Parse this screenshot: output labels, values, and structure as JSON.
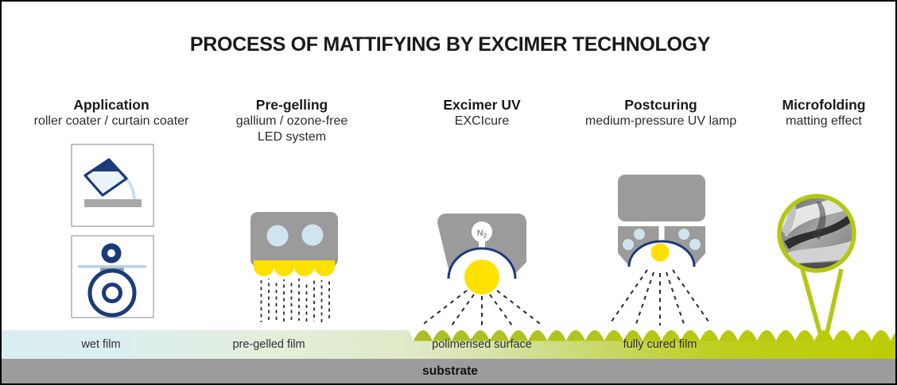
{
  "title": "PROCESS OF MATTIFYING BY EXCIMER TECHNOLOGY",
  "stages": [
    {
      "heading": "Application",
      "sub1": "roller coater / curtain coater",
      "sub2": ""
    },
    {
      "heading": "Pre-gelling",
      "sub1": "gallium / ozone-free",
      "sub2": "LED system"
    },
    {
      "heading": "Excimer UV",
      "sub1": "EXCIcure",
      "sub2": ""
    },
    {
      "heading": "Postcuring",
      "sub1": "medium-pressure UV lamp",
      "sub2": ""
    },
    {
      "heading": "Microfolding",
      "sub1": "matting effect",
      "sub2": ""
    }
  ],
  "film": {
    "labels": [
      "wet film",
      "pre-gelled film",
      "polimerised surface",
      "fully cured film"
    ]
  },
  "substrate": {
    "label": "substrate"
  },
  "molecule": {
    "symbol": "N",
    "subscript": "2"
  },
  "colors": {
    "navy": "#1b3a7a",
    "yellow": "#ffe100",
    "lime": "#b5c713",
    "machine_gray": "#9b9b9b",
    "substrate_gray": "#9c9c9c",
    "wet_film_blue": "#d9edf3",
    "cured_film_lime": "#bccd04"
  }
}
